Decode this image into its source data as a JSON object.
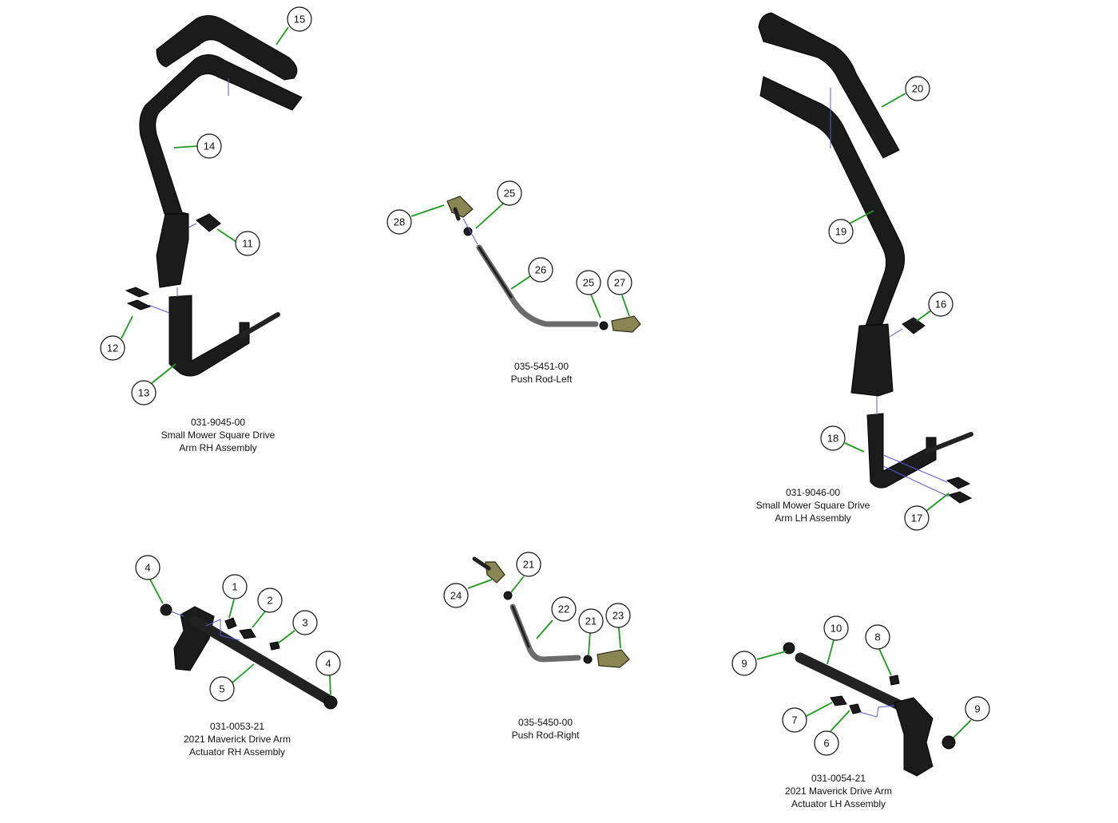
{
  "assemblies": [
    {
      "part_number": "031-9045-00",
      "lines": [
        "Small Mower Square Drive",
        "Arm RH Assembly"
      ]
    },
    {
      "part_number": "035-5451-00",
      "lines": [
        "Push Rod-Left"
      ]
    },
    {
      "part_number": "031-9046-00",
      "lines": [
        "Small Mower Square Drive",
        "Arm LH Assembly"
      ]
    },
    {
      "part_number": "031-0053-21",
      "lines": [
        "2021 Maverick Drive Arm",
        "Actuator RH Assembly"
      ]
    },
    {
      "part_number": "035-5450-00",
      "lines": [
        "Push Rod-Right"
      ]
    },
    {
      "part_number": "031-0054-21",
      "lines": [
        "2021 Maverick Drive Arm",
        "Actuator LH Assembly"
      ]
    }
  ],
  "balloons": [
    "15",
    "14",
    "11",
    "12",
    "13",
    "28",
    "25",
    "26",
    "25",
    "27",
    "20",
    "19",
    "16",
    "18",
    "17",
    "4",
    "1",
    "2",
    "3",
    "4",
    "5",
    "24",
    "21",
    "22",
    "21",
    "23",
    "10",
    "8",
    "9",
    "7",
    "6",
    "9"
  ],
  "colors": {
    "leader": "#1e9a1e",
    "guide": "#5b5bd6",
    "part": "#1b1b1b",
    "joint": "#8a8654"
  }
}
